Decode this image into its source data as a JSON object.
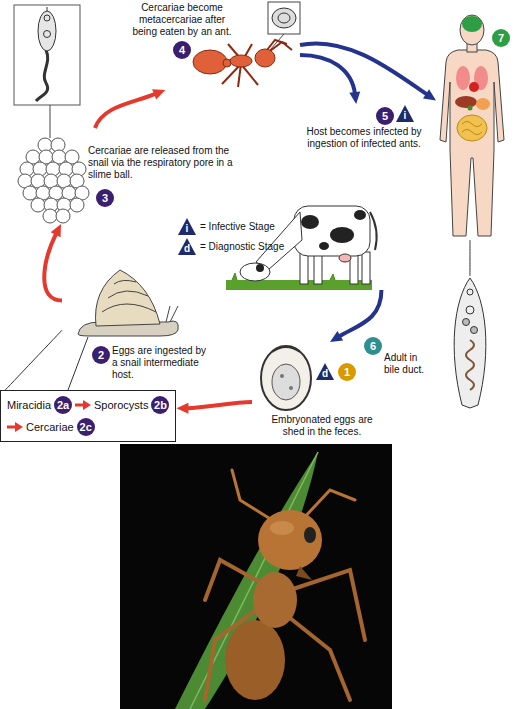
{
  "diagram": {
    "nodes": [
      {
        "text": [
          "4",
          "Cercariae become metacercariae after being eaten by an ant."
        ]
      },
      {
        "text": [
          "7"
        ]
      },
      {
        "text": [
          "3",
          "Cercariae are released from the snail via the respiratory pore in a slime ball."
        ]
      },
      {
        "text": [
          "5",
          "i",
          "Host becomes infected by ingestion of infected ants."
        ]
      },
      {
        "text": [
          "2",
          "Eggs are ingested by a snail intermediate host."
        ]
      },
      {
        "text": [
          "Miracidia",
          "2a",
          "Sporocysts",
          "2b",
          "Cercariae",
          "2c"
        ]
      },
      {
        "text": [
          "6",
          "Adult in bile duct."
        ]
      },
      {
        "text": [
          "d",
          "1",
          "Embryonated eggs are shed in the feces."
        ]
      }
    ],
    "edges": [
      {
        "from": 7,
        "to": 5,
        "arrow": "to"
      },
      {
        "from": 4,
        "to": 2,
        "arrow": "to"
      },
      {
        "from": 2,
        "to": 0,
        "arrow": "to"
      },
      {
        "from": 0,
        "to": 3,
        "arrow": "to"
      },
      {
        "from": 0,
        "to": 1,
        "arrow": "to"
      },
      {
        "from": 3,
        "to": 7,
        "arrow": "to"
      },
      {
        "from": 1,
        "to": 6,
        "arrow": "none"
      },
      {
        "from": 4,
        "to": 5,
        "arrow": "none"
      }
    ],
    "labels": [
      "i",
      "d"
    ],
    "legend": [
      {
        "text": "= Infective Stage"
      },
      {
        "text": "= Diagnostic Stage"
      }
    ]
  }
}
